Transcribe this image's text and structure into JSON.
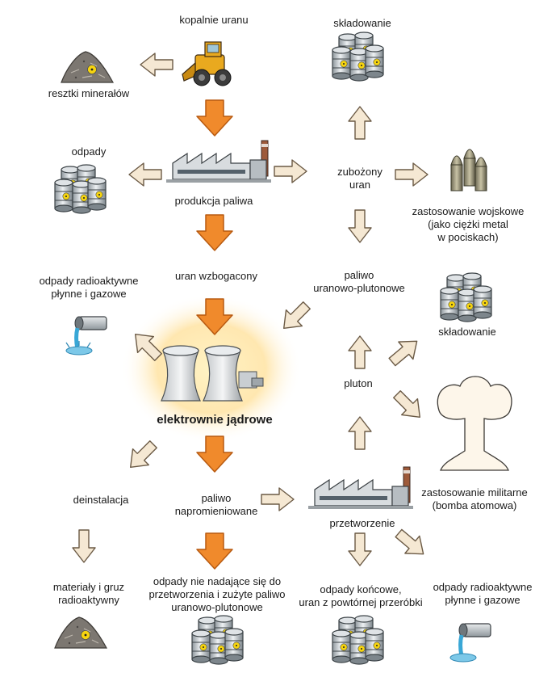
{
  "nodes": {
    "kopalnie": "kopalnie uranu",
    "resztki": "resztki minerałów",
    "skladowanie_top": "składowanie",
    "odpady_top": "odpady",
    "produkcja": "produkcja paliwa",
    "zubozony": "zubożony\nuran",
    "wojskowe": "zastosowanie wojskowe\n(jako ciężki metal\nw pociskach)",
    "uran_wzbogacony": "uran wzbogacony",
    "odpady_radio_left": "odpady radioaktywne\npłynne i gazowe",
    "paliwo_uran_plut": "paliwo\nuranowo-plutonowe",
    "skladowanie_right": "składowanie",
    "elektrownie": "elektrownie jądrowe",
    "pluton": "pluton",
    "militarne": "zastosowanie militarne\n(bomba atomowa)",
    "deinstalacja": "deinstalacja",
    "napromieniowane": "paliwo\nnapromieniowane",
    "przetworzenie": "przetworzenie",
    "materialy": "materiały i gruz\nradioaktywny",
    "odpady_nie": "odpady nie nadające się do\nprzetworzenia i zużyte paliwo\nuranowo-plutonowe",
    "odpady_koncowe": "odpady końcowe,\nuran z powtórnej przeróbki",
    "odpady_radio_right": "odpady radioaktywne\npłynne i gazowe"
  },
  "icons": {
    "mine": "excavator-icon",
    "minerals": "mineral-pile-icon",
    "barrels": "radioactive-barrels-icon",
    "factory": "factory-icon",
    "bullets": "bullets-icon",
    "pipe": "leaking-pipe-icon",
    "plant": "nuclear-plant-icon",
    "bomb": "mushroom-cloud-icon"
  },
  "colors": {
    "main_arrow": "#f08a2c",
    "main_arrow_outline": "#b85a10",
    "side_arrow": "#f5e8d3",
    "side_arrow_outline": "#6b5a45"
  }
}
